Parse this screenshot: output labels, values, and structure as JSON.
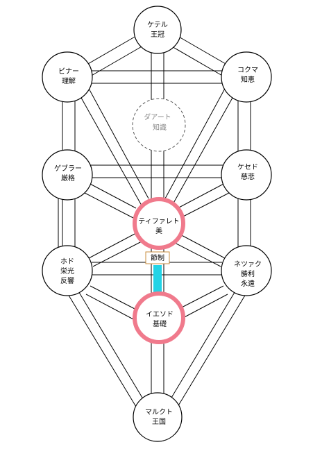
{
  "colors": {
    "highlight_ring": "#f07a8c",
    "active_path": "#22d3e6",
    "tag_border": "#c88c3c",
    "daat_stroke": "#555555"
  },
  "sephirot": {
    "keter": {
      "line1": "ケテル",
      "line2": "王冠"
    },
    "chokmah": {
      "line1": "コクマ",
      "line2": "知恵"
    },
    "binah": {
      "line1": "ビナー",
      "line2": "理解"
    },
    "daat": {
      "line1": "ダアート",
      "line2": "知識"
    },
    "chesed": {
      "line1": "ケセド",
      "line2": "慈悲"
    },
    "geburah": {
      "line1": "ゲブラー",
      "line2": "厳格"
    },
    "tiferet": {
      "line1": "ティファレト",
      "line2": "美"
    },
    "netzach": {
      "line1": "ネツァク",
      "line2": "勝利",
      "line3": "永遠"
    },
    "hod": {
      "line1": "ホド",
      "line2": "栄光",
      "line3": "反響"
    },
    "yesod": {
      "line1": "イエソド",
      "line2": "基礎"
    },
    "malkuth": {
      "line1": "マルクト",
      "line2": "王国"
    }
  },
  "path_tag": {
    "label": "節制"
  },
  "highlighted": [
    "tiferet",
    "yesod"
  ]
}
